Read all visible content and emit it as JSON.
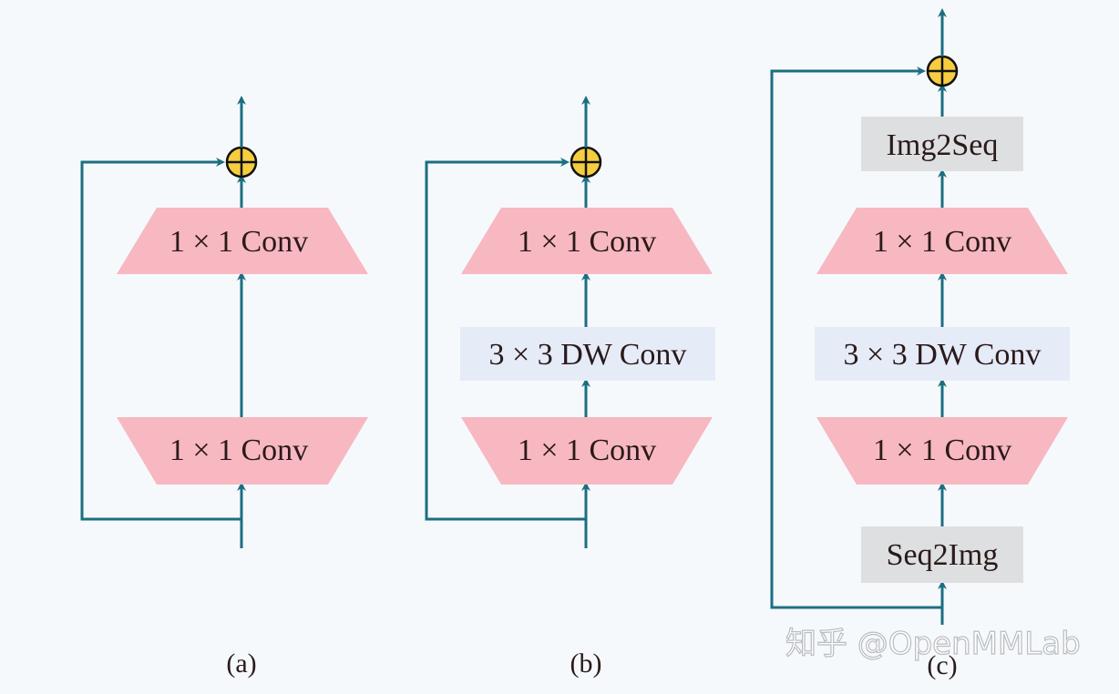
{
  "colors": {
    "background": "#f6f9fb",
    "arrow": "#1c6e82",
    "conv_fill": "#f7b8c2",
    "dw_fill": "#e6ebf8",
    "seq_fill": "#dedfe1",
    "adder_fill": "#f6cd3e",
    "text": "#2a1a1a"
  },
  "panels": [
    {
      "id": "a",
      "caption": "(a)",
      "blocks": [
        {
          "kind": "expand",
          "label": "1 × 1 Conv"
        },
        {
          "kind": "reduce",
          "label": "1 × 1 Conv"
        }
      ]
    },
    {
      "id": "b",
      "caption": "(b)",
      "blocks": [
        {
          "kind": "expand",
          "label": "1 × 1 Conv"
        },
        {
          "kind": "dw",
          "label": "3 × 3 DW Conv"
        },
        {
          "kind": "reduce",
          "label": "1 × 1 Conv"
        }
      ]
    },
    {
      "id": "c",
      "caption": "(c)",
      "blocks": [
        {
          "kind": "seq",
          "label": "Seq2Img"
        },
        {
          "kind": "expand",
          "label": "1 × 1 Conv"
        },
        {
          "kind": "dw",
          "label": "3 × 3 DW Conv"
        },
        {
          "kind": "reduce",
          "label": "1 × 1 Conv"
        },
        {
          "kind": "seq",
          "label": "Img2Seq"
        }
      ]
    }
  ],
  "adder_symbol": "⊕",
  "watermark": "知乎 @OpenMMLab"
}
